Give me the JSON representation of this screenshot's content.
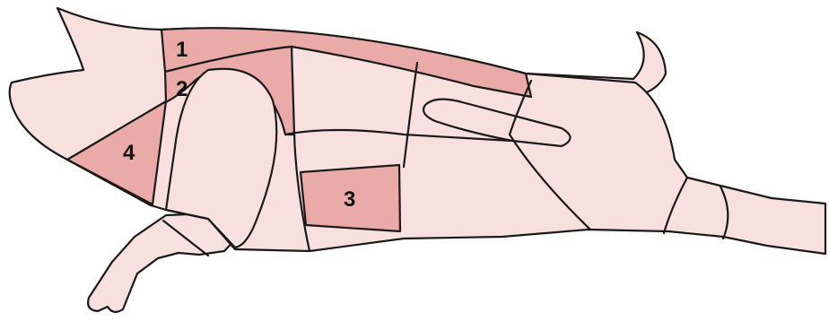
{
  "colors": {
    "base_fill": "#f8e0df",
    "highlight_fill": "#eaaaa8",
    "outline": "#1a1a1a"
  },
  "regions": [
    {
      "id": "1",
      "label": "1",
      "highlighted": true
    },
    {
      "id": "2",
      "label": "2",
      "highlighted": true
    },
    {
      "id": "3",
      "label": "3",
      "highlighted": true
    },
    {
      "id": "4",
      "label": "4",
      "highlighted": true
    }
  ]
}
